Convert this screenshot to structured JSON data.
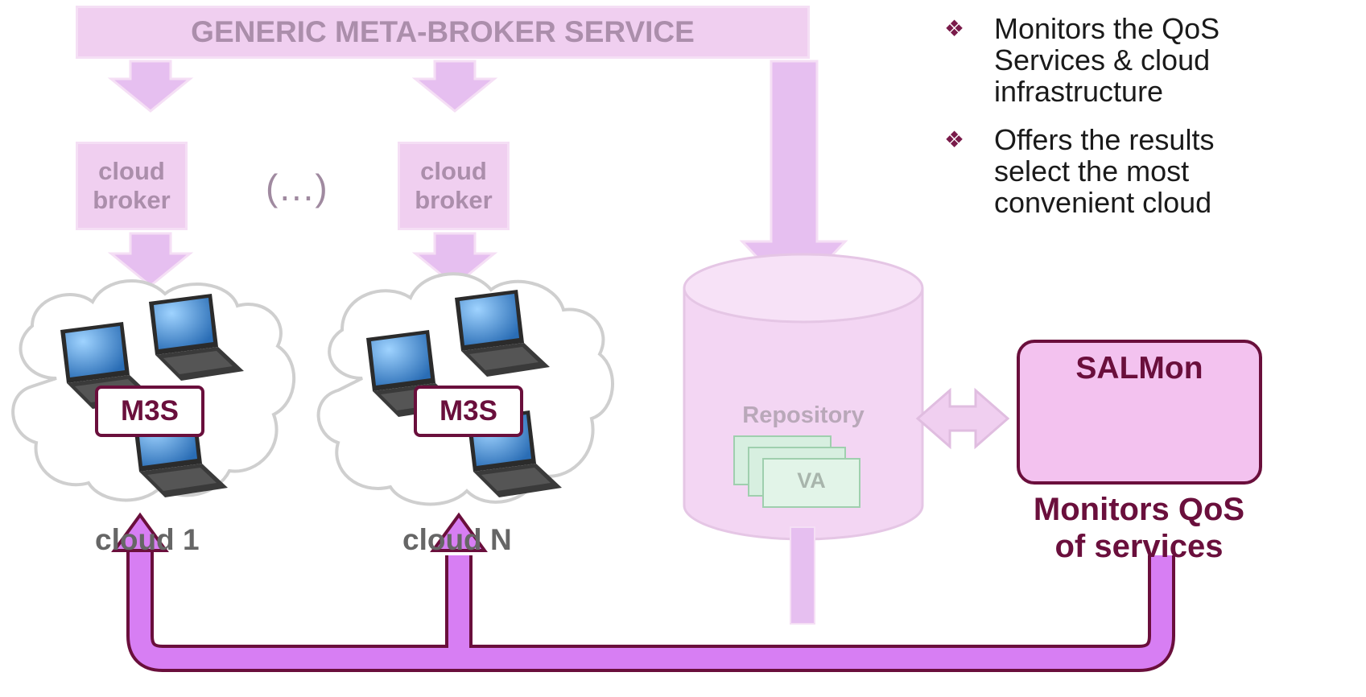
{
  "meta_broker": {
    "label": "GENERIC META-BROKER SERVICE"
  },
  "brokers": [
    {
      "label": "cloud\nbroker"
    },
    {
      "label": "cloud\nbroker"
    }
  ],
  "ellipsis": "(…)",
  "clouds": [
    {
      "badge": "M3S",
      "label": "cloud 1"
    },
    {
      "badge": "M3S",
      "label": "cloud N"
    }
  ],
  "repository": {
    "label": "Repository",
    "va_label": "VA"
  },
  "salmon": {
    "title": "SALMon",
    "subtitle": "Monitors QoS\nof services"
  },
  "bullets": [
    {
      "icon": "diamond-bullet-icon",
      "lines": [
        "Monitors the QoS",
        "Services & cloud",
        "infrastructure"
      ]
    },
    {
      "icon": "diamond-bullet-icon",
      "lines": [
        "Offers the results",
        "select the most",
        "convenient cloud"
      ]
    }
  ],
  "bullet_glyph": "❖",
  "colors": {
    "arrow_fill": "#e6bff0",
    "arrow_stroke": "#f5dff5",
    "accent": "#6a0f3c",
    "feedback_arrow": "#cc66ff"
  }
}
